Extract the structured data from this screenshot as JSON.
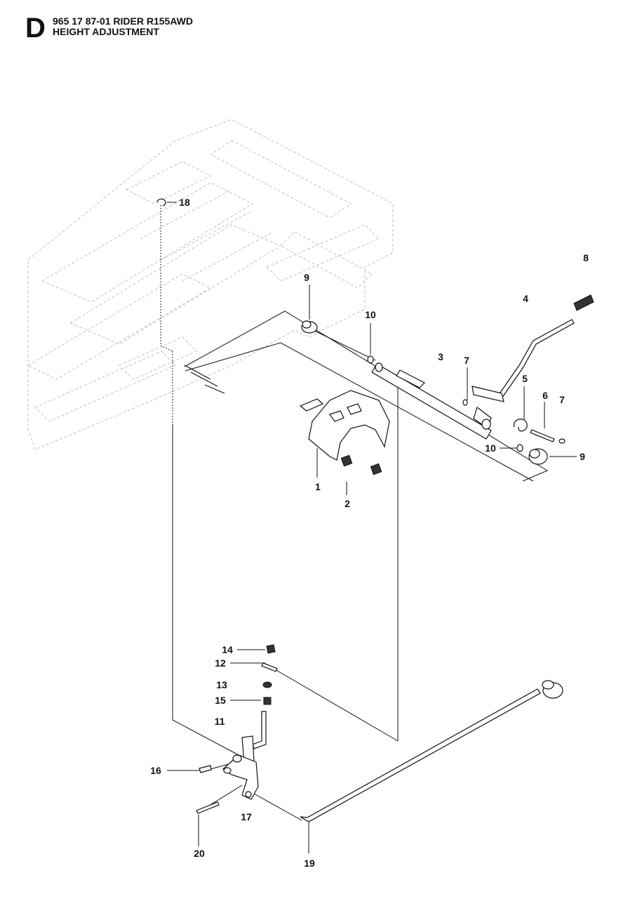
{
  "header": {
    "section_letter": "D",
    "title_line1": "965 17 87-01 RIDER R155AWD",
    "title_line2": "HEIGHT ADJUSTMENT"
  },
  "callouts": {
    "c1": "1",
    "c2": "2",
    "c3": "3",
    "c4": "4",
    "c5": "5",
    "c6": "6",
    "c7a": "7",
    "c7b": "7",
    "c8": "8",
    "c9a": "9",
    "c9b": "9",
    "c10a": "10",
    "c10b": "10",
    "c11": "11",
    "c12": "12",
    "c13": "13",
    "c14": "14",
    "c15": "15",
    "c16": "16",
    "c17": "17",
    "c18": "18",
    "c19": "19",
    "c20": "20"
  }
}
